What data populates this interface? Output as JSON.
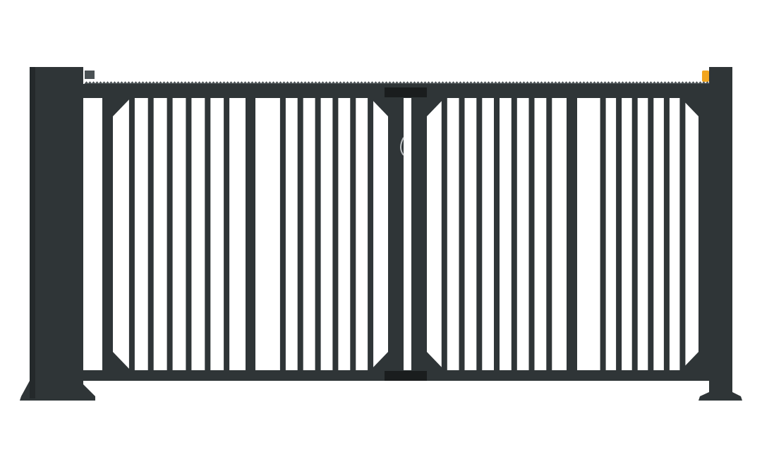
{
  "colors": {
    "metal": "#2f3537",
    "metal_dark": "#24292b",
    "metal_light": "#4a5154",
    "lamp": "#f2a51e",
    "hardware": "#1a1d1e",
    "background": "#ffffff"
  },
  "gate": {
    "leaves": 2,
    "panels_per_leaf": 2,
    "bars_per_panel": [
      6,
      6,
      7,
      6
    ]
  }
}
